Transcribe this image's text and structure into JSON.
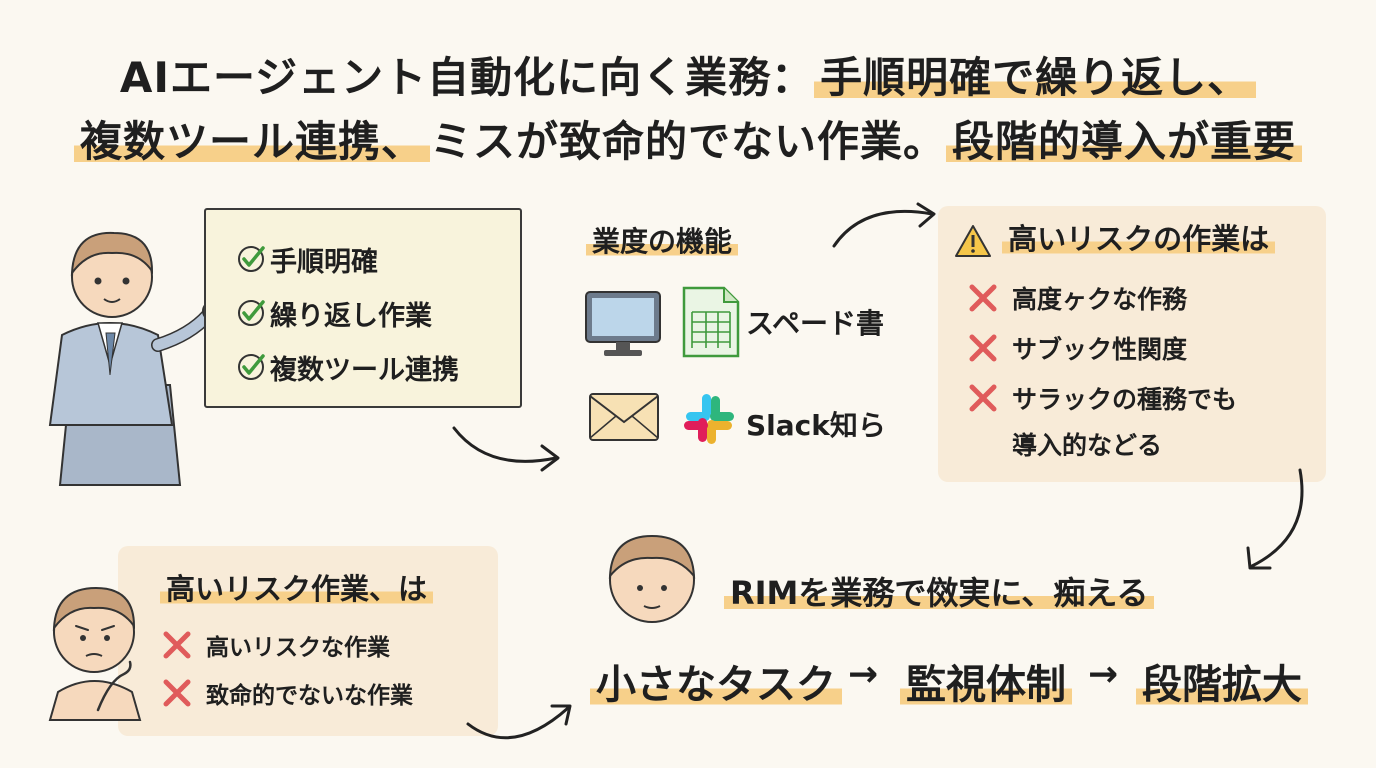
{
  "title": {
    "line1_a": "AIエージェント自動化に向く業務：",
    "line1_b": "手順明確で繰り返し、",
    "line2_a": "複数ツール連携、",
    "line2_b": "ミスが致命的でない作業。",
    "line2_c": "段階的導入が重要"
  },
  "checklist": {
    "items": [
      "手順明確",
      "繰り返し作業",
      "複数ツール連携"
    ]
  },
  "tools": {
    "title": "業度の機能",
    "spreadsheet_label": "スペード書",
    "slack_label": "Slack知ら"
  },
  "high_risk": {
    "title": "高いリスクの作業は",
    "items": [
      "高度ヶクな作務",
      "サブック性関度",
      "サラックの種務でも"
    ],
    "continuation": "導入的などる"
  },
  "risk_small": {
    "title": "高いリスク作業、は",
    "items": [
      "高いリスクな作業",
      "致命的でないな作業"
    ]
  },
  "rim": {
    "text": "RIMを業務で傚実に、痴える"
  },
  "flow": {
    "step1": "小さなタスク",
    "step2": "監視体制",
    "step3": "段階拡大",
    "arrow": "→"
  },
  "colors": {
    "background": "#fbf8f1",
    "highlight": "#f7d08a",
    "panel": "#f8ebd8",
    "check_panel": "#f8f3dc",
    "check": "#3f9a3c",
    "cross": "#e05b5b"
  }
}
